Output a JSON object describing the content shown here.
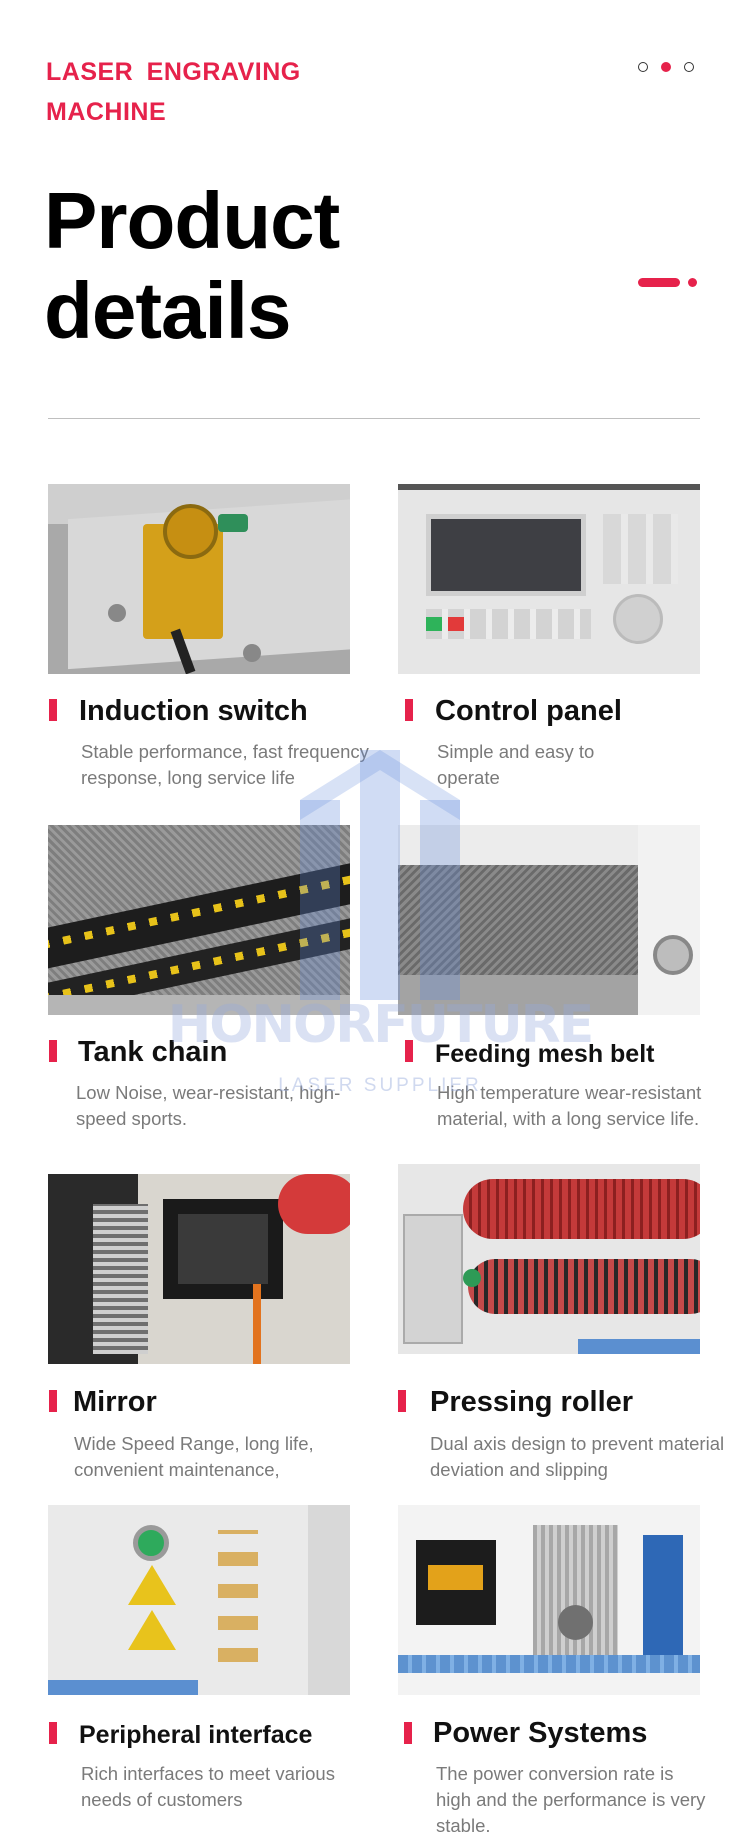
{
  "header": {
    "kicker": "LASER  ENGRAVING MACHINE",
    "title": "Product details",
    "pagination": {
      "count": 3,
      "active": 2
    }
  },
  "watermark": {
    "brand": "HONORFUTURE",
    "tagline": "LASER SUPPLIER"
  },
  "items": [
    {
      "name": "Induction switch",
      "desc": "Stable performance, fast frequency response, long service life"
    },
    {
      "name": "Control panel",
      "desc": "Simple and easy to operate"
    },
    {
      "name": "Tank chain",
      "desc": "Low Noise, wear-resistant, high-speed sports."
    },
    {
      "name": "Feeding mesh belt",
      "desc": "High temperature wear-resistant material, with a long service life."
    },
    {
      "name": "Mirror",
      "desc": "Wide Speed Range, long life, convenient maintenance,"
    },
    {
      "name": "Pressing roller",
      "desc": "Dual axis design to prevent material deviation and slipping"
    },
    {
      "name": "Peripheral interface",
      "desc": "Rich interfaces to meet various needs of customers"
    },
    {
      "name": "Power Systems",
      "desc": "The power conversion rate is high and the performance is very stable."
    }
  ],
  "colors": {
    "accent": "#e6224b",
    "text": "#111111",
    "muted": "#7a7a7a"
  }
}
